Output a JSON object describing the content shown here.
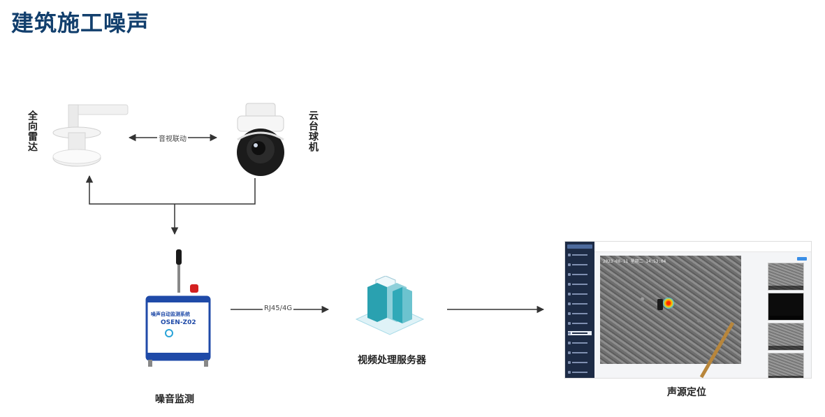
{
  "title": "建筑施工噪声",
  "labels": {
    "radar": "全向雷达",
    "camera": "云台球机",
    "monitor": "噪音监测",
    "server": "视频处理服务器",
    "localization": "声源定位"
  },
  "edges": {
    "radar_camera": "音视联动",
    "monitor_server": "RJ45/4G"
  },
  "device": {
    "name": "噪声自动监测系统",
    "model": "OSEN-Z02"
  },
  "video_stamp": "2023-08-11  星期二 14:53:04",
  "colors": {
    "title": "#123f6d",
    "arrow": "#333333"
  }
}
